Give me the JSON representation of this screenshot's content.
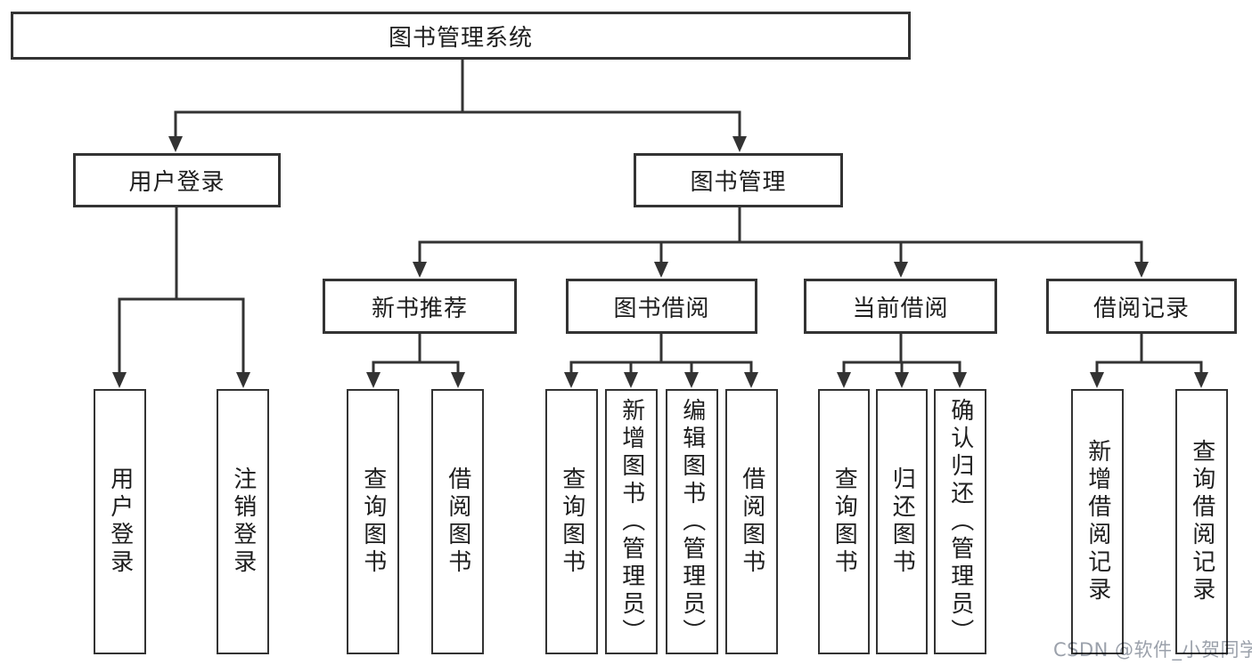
{
  "colors": {
    "line": "#333333",
    "box_border": "#333333",
    "text": "#1e1e1e",
    "watermark": "#9ba1ab",
    "background": "#ffffff"
  },
  "diagram": {
    "root": {
      "label": "图书管理系统"
    },
    "branches": [
      {
        "label": "用户登录",
        "children": [
          {
            "label": "用户登录"
          },
          {
            "label": "注销登录"
          }
        ]
      },
      {
        "label": "图书管理",
        "children": [
          {
            "label": "新书推荐",
            "children": [
              {
                "label": "查询图书"
              },
              {
                "label": "借阅图书"
              }
            ]
          },
          {
            "label": "图书借阅",
            "children": [
              {
                "label": "查询图书"
              },
              {
                "label": "新增图书（管理员）"
              },
              {
                "label": "编辑图书（管理员）"
              },
              {
                "label": "借阅图书"
              }
            ]
          },
          {
            "label": "当前借阅",
            "children": [
              {
                "label": "查询图书"
              },
              {
                "label": "归还图书"
              },
              {
                "label": "确认归还（管理员）"
              }
            ]
          },
          {
            "label": "借阅记录",
            "children": [
              {
                "label": "新增借阅记录"
              },
              {
                "label": "查询借阅记录"
              }
            ]
          }
        ]
      }
    ]
  },
  "watermark": {
    "text": "CSDN @软件_小贺同学"
  }
}
